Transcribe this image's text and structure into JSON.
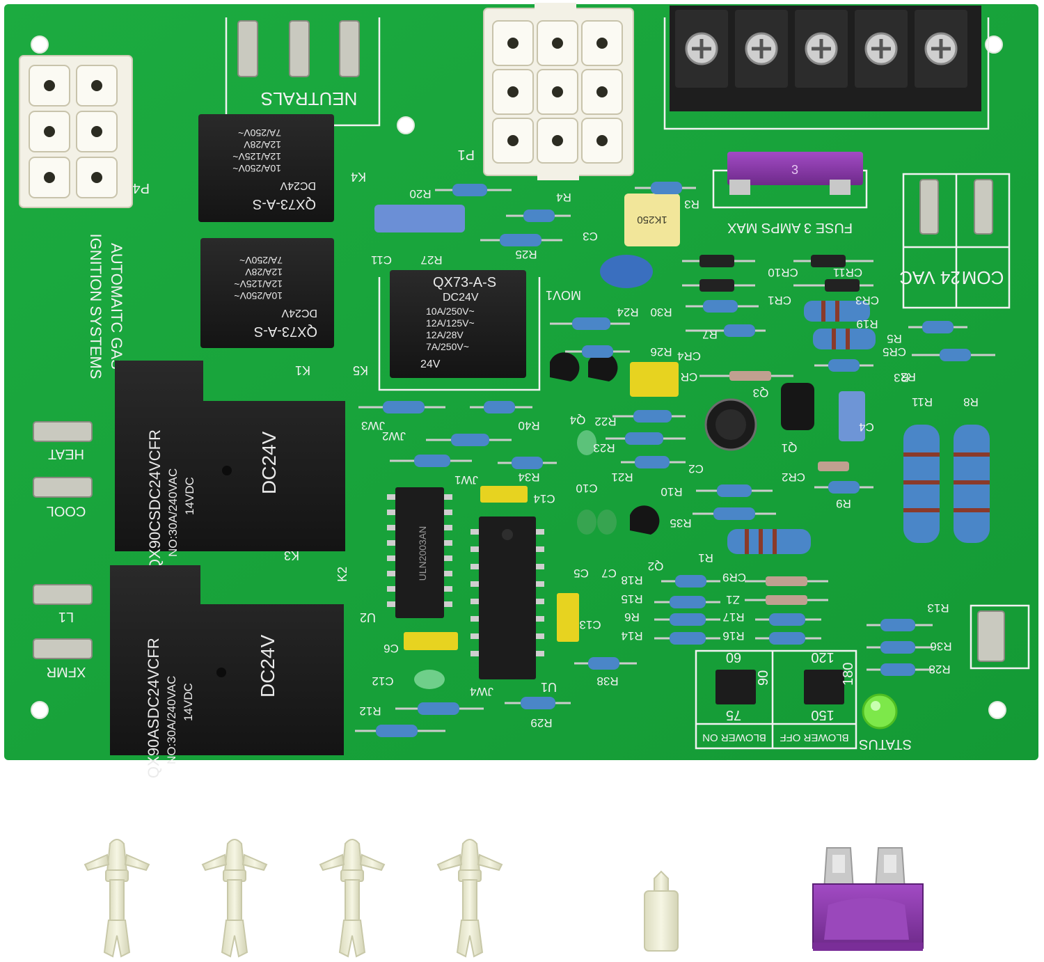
{
  "scene": {
    "subject": "HVAC furnace control circuit board with 4 nylon standoffs, a mounting spacer and a purple blade fuse",
    "colors": {
      "pcb": "#18a23a",
      "pcb_dark": "#11852c",
      "silkscreen": "#f2f2f2",
      "relay_black": "#1c1c1c",
      "connector_white": "#f3f1e6",
      "fuse_purple": "#8a3aa8",
      "standoff_nylon": "#efefd6",
      "terminal_block": "#222222"
    }
  },
  "board": {
    "connectors": {
      "p4": "P4",
      "p1": "P1",
      "neutrals": "NEUTRALS"
    },
    "brand_text": {
      "line1": "AUTOMAITC GAS",
      "line2": "IGNITION SYSTEMS"
    },
    "fuse_label": "FUSE 3 AMPS MAX",
    "vac_label": "24 VAC",
    "com_label": "COM",
    "relays": {
      "k4": {
        "ref": "K4",
        "model": "QX73-A-S",
        "coil": "DC24V",
        "ratings": [
          "10A/250V~",
          "12A/125V~",
          "12A/28V",
          "7A/250V~"
        ]
      },
      "k1": {
        "ref": "K1",
        "model": "QX73-A-S",
        "coil": "DC24V",
        "ratings": [
          "10A/250V~",
          "12A/125V~",
          "12A/28V",
          "7A/250V~"
        ]
      },
      "k5": {
        "ref": "K5",
        "model": "QX73-A-S",
        "coil": "DC24V",
        "ratings": [
          "10A/250V~",
          "12A/125V~",
          "12A/28V",
          "7A/250V~"
        ],
        "coil_mark": "24V"
      },
      "k3": {
        "ref": "K3",
        "model": "QX90CSDC24VCFR",
        "rating": "NO:30A/240VAC",
        "dc": "14VDC",
        "coil": "DC24V"
      },
      "k2": {
        "ref": "K2",
        "model": "QX90ASDC24VCFR",
        "rating": "NO:30A/240VAC",
        "dc": "14VDC",
        "coil": "DC24V"
      }
    },
    "terminals": {
      "heat": "HEAT",
      "cool": "COOL",
      "l1": "L1",
      "xfmr": "XFMR"
    },
    "chips": {
      "u2": {
        "ref": "U2",
        "marking": "ULN2003AN"
      },
      "u1": {
        "ref": "U1"
      }
    },
    "varistor_label": "MOV1",
    "component_labels": [
      "R20",
      "C11",
      "R27",
      "R25",
      "R4",
      "C3",
      "R3",
      "CR10",
      "CR11",
      "CR1",
      "CR3",
      "R24",
      "R30",
      "R7",
      "R19",
      "R5",
      "R26",
      "CR4",
      "CR5",
      "CR",
      "R2",
      "Q4",
      "Q3",
      "R3",
      "R11",
      "R8",
      "C4",
      "R40",
      "JW3",
      "JW2",
      "R22",
      "R23",
      "Q1",
      "C2",
      "R21",
      "R34",
      "JW1",
      "CR2",
      "R10",
      "R9",
      "C10",
      "C14",
      "R35",
      "C5",
      "C7",
      "Q2",
      "R1",
      "R18",
      "CR9",
      "R15",
      "Z1",
      "R6",
      "R17",
      "R14",
      "R16",
      "R13",
      "R36",
      "R28",
      "C13",
      "C6",
      "C12",
      "R38",
      "JW4",
      "R12",
      "R29"
    ],
    "blower_on": {
      "label": "BLOWER ON",
      "settings": [
        "60",
        "90",
        "75"
      ]
    },
    "blower_off": {
      "label": "BLOWER OFF",
      "settings": [
        "120",
        "180",
        "150"
      ]
    },
    "status_label": "STATUS",
    "fuse_mark": "3",
    "resistor_mark": "1K250"
  },
  "accessories": {
    "standoffs_count": 4,
    "spacer_count": 1,
    "fuse_count": 1
  }
}
